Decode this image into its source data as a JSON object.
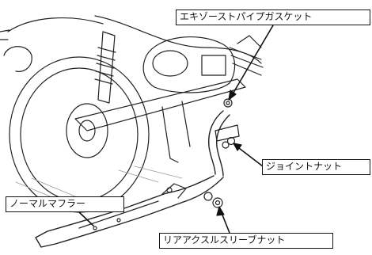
{
  "callouts": {
    "exhaust_pipe_gasket": "エキゾーストパイプガスケット",
    "joint_nut": "ジョイントナット",
    "normal_muffler": "ノーマルマフラー",
    "rear_axle_sleeve_nut": "リアアクスルスリーブナット"
  },
  "colors": {
    "line": "#111111",
    "background": "#ffffff",
    "shade": "#cfcfcf"
  }
}
